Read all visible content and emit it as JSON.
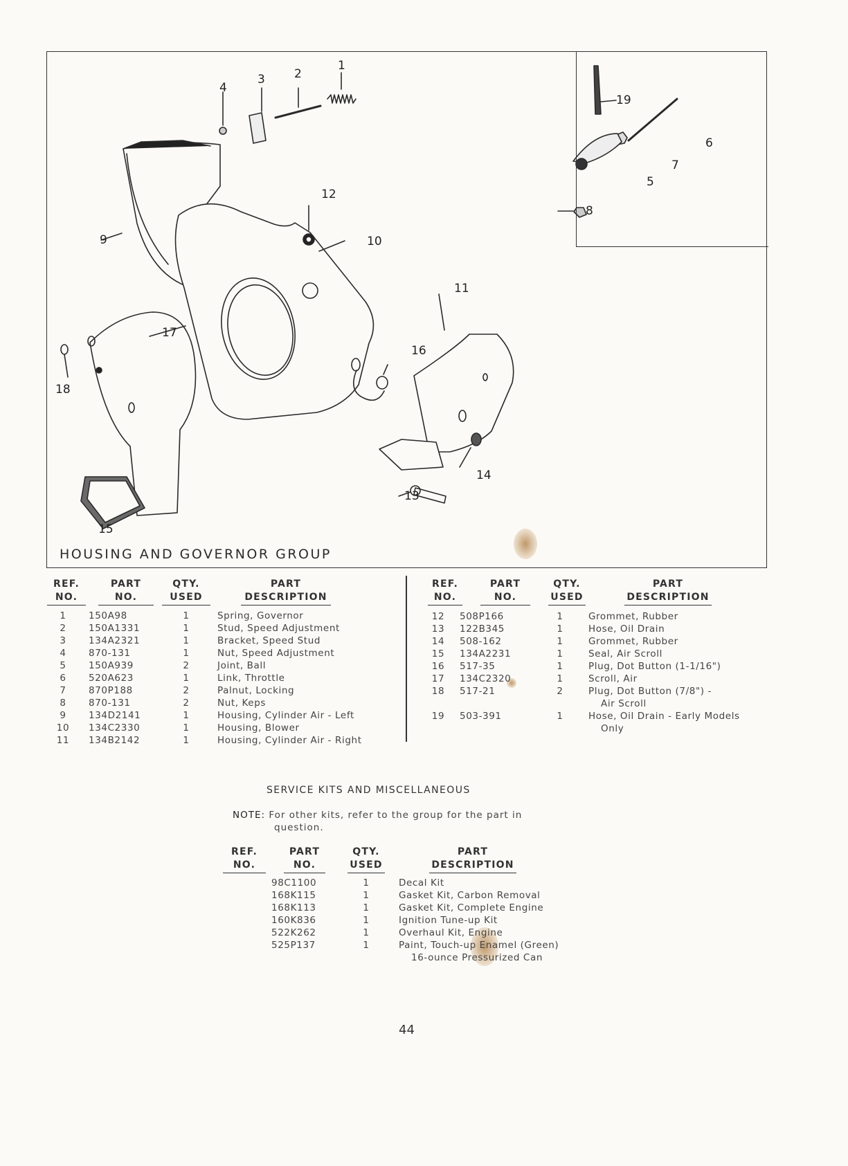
{
  "diagram": {
    "title": "HOUSING AND GOVERNOR GROUP",
    "callouts": [
      "1",
      "2",
      "3",
      "4",
      "5",
      "6",
      "7",
      "8",
      "9",
      "10",
      "11",
      "12",
      "13",
      "14",
      "15",
      "16",
      "17",
      "18",
      "19"
    ]
  },
  "parts_headers": {
    "ref": [
      "REF.",
      "NO."
    ],
    "part": [
      "PART",
      "NO."
    ],
    "qty": [
      "QTY.",
      "USED"
    ],
    "desc": [
      "PART",
      "DESCRIPTION"
    ]
  },
  "parts_left": [
    {
      "ref": "1",
      "part": "150A98",
      "qty": "1",
      "desc": "Spring, Governor"
    },
    {
      "ref": "2",
      "part": "150A1331",
      "qty": "1",
      "desc": "Stud, Speed Adjustment"
    },
    {
      "ref": "3",
      "part": "134A2321",
      "qty": "1",
      "desc": "Bracket, Speed Stud"
    },
    {
      "ref": "4",
      "part": "870-131",
      "qty": "1",
      "desc": "Nut, Speed Adjustment"
    },
    {
      "ref": "5",
      "part": "150A939",
      "qty": "2",
      "desc": "Joint, Ball"
    },
    {
      "ref": "6",
      "part": "520A623",
      "qty": "1",
      "desc": "Link, Throttle"
    },
    {
      "ref": "7",
      "part": "870P188",
      "qty": "2",
      "desc": "Palnut, Locking"
    },
    {
      "ref": "8",
      "part": "870-131",
      "qty": "2",
      "desc": "Nut, Keps"
    },
    {
      "ref": "9",
      "part": "134D2141",
      "qty": "1",
      "desc": "Housing, Cylinder Air - Left"
    },
    {
      "ref": "10",
      "part": "134C2330",
      "qty": "1",
      "desc": "Housing, Blower"
    },
    {
      "ref": "11",
      "part": "134B2142",
      "qty": "1",
      "desc": "Housing, Cylinder Air - Right"
    }
  ],
  "parts_right": [
    {
      "ref": "12",
      "part": "508P166",
      "qty": "1",
      "desc": "Grommet, Rubber"
    },
    {
      "ref": "13",
      "part": "122B345",
      "qty": "1",
      "desc": "Hose, Oil Drain"
    },
    {
      "ref": "14",
      "part": "508-162",
      "qty": "1",
      "desc": "Grommet, Rubber"
    },
    {
      "ref": "15",
      "part": "134A2231",
      "qty": "1",
      "desc": "Seal, Air Scroll"
    },
    {
      "ref": "16",
      "part": "517-35",
      "qty": "1",
      "desc": "Plug, Dot Button (1-1/16\")"
    },
    {
      "ref": "17",
      "part": "134C2320",
      "qty": "1",
      "desc": "Scroll, Air"
    },
    {
      "ref": "18",
      "part": "517-21",
      "qty": "2",
      "desc": "Plug, Dot Button (7/8\") -",
      "desc2": "Air Scroll"
    },
    {
      "ref": "19",
      "part": "503-391",
      "qty": "1",
      "desc": "Hose, Oil Drain - Early Models",
      "desc2": "Only"
    }
  ],
  "service": {
    "title": "SERVICE KITS AND MISCELLANEOUS",
    "note_label": "NOTE:",
    "note_text": "For other kits, refer to the group for the part in",
    "note_text2": "question.",
    "kits": [
      {
        "part": "98C1100",
        "qty": "1",
        "desc": "Decal Kit"
      },
      {
        "part": "168K115",
        "qty": "1",
        "desc": "Gasket Kit, Carbon Removal"
      },
      {
        "part": "168K113",
        "qty": "1",
        "desc": "Gasket Kit, Complete Engine"
      },
      {
        "part": "160K836",
        "qty": "1",
        "desc": "Ignition Tune-up Kit"
      },
      {
        "part": "522K262",
        "qty": "1",
        "desc": "Overhaul Kit, Engine"
      },
      {
        "part": "525P137",
        "qty": "1",
        "desc": "Paint, Touch-up Enamel (Green)",
        "desc2": "16-ounce Pressurized Can"
      }
    ]
  },
  "page_number": "44"
}
